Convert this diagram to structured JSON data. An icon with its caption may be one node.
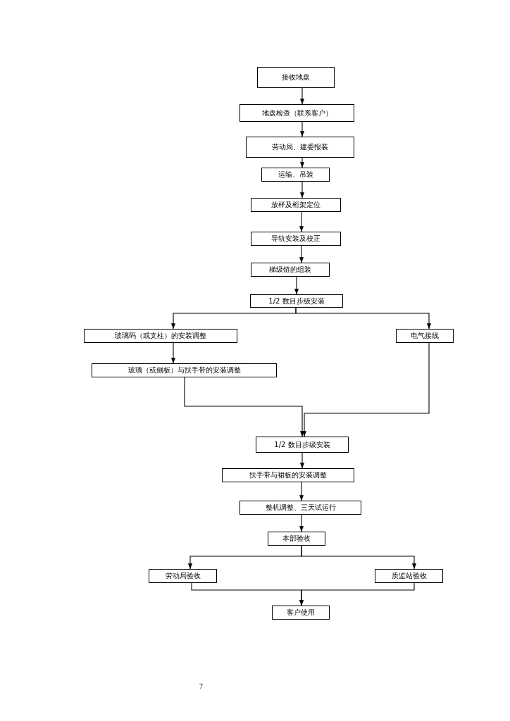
{
  "diagram": {
    "nodes": [
      {
        "text": [
          "接收地盘"
        ]
      },
      {
        "text": [
          "地盘检查（联系客户）"
        ]
      },
      {
        "text": [
          "劳动局、建委报装"
        ]
      },
      {
        "text": [
          "运输、吊装"
        ]
      },
      {
        "text": [
          "放样及桁架定位"
        ]
      },
      {
        "text": [
          "导轨安装及校正"
        ]
      },
      {
        "text": [
          "梯级链的组装"
        ]
      },
      {
        "text": [
          "1/2 数目步级安装"
        ]
      },
      {
        "text": [
          "玻璃码（或支柱）的安装调整"
        ]
      },
      {
        "text": [
          "电气接线"
        ]
      },
      {
        "text": [
          "玻璃（或侧板）与扶手带的安装调整"
        ]
      },
      {
        "text": [
          "1/2 数目步级安装"
        ]
      },
      {
        "text": [
          "扶手带与裙板的安装调整"
        ]
      },
      {
        "text": [
          "整机调整、三天试运行"
        ]
      },
      {
        "text": [
          "本部验收"
        ]
      },
      {
        "text": [
          "劳动局验收"
        ]
      },
      {
        "text": [
          "质监站验收"
        ]
      },
      {
        "text": [
          "客户使用"
        ]
      }
    ],
    "edges": [
      {
        "from": 0,
        "to": 1,
        "arrow": "to"
      },
      {
        "from": 1,
        "to": 2,
        "arrow": "to"
      },
      {
        "from": 2,
        "to": 3,
        "arrow": "to"
      },
      {
        "from": 3,
        "to": 4,
        "arrow": "to"
      },
      {
        "from": 4,
        "to": 5,
        "arrow": "to"
      },
      {
        "from": 5,
        "to": 6,
        "arrow": "to"
      },
      {
        "from": 6,
        "to": 7,
        "arrow": "to"
      },
      {
        "from": 7,
        "to": 8,
        "arrow": "to"
      },
      {
        "from": 7,
        "to": 9,
        "arrow": "to"
      },
      {
        "from": 8,
        "to": 10,
        "arrow": "to"
      },
      {
        "from": 10,
        "to": 11,
        "arrow": "to"
      },
      {
        "from": 9,
        "to": 11,
        "arrow": "to"
      },
      {
        "from": 11,
        "to": 12,
        "arrow": "to"
      },
      {
        "from": 12,
        "to": 13,
        "arrow": "to"
      },
      {
        "from": 13,
        "to": 14,
        "arrow": "to"
      },
      {
        "from": 14,
        "to": 15,
        "arrow": "to"
      },
      {
        "from": 14,
        "to": 16,
        "arrow": "to"
      },
      {
        "from": 15,
        "to": 17,
        "arrow": "to"
      },
      {
        "from": 16,
        "to": 17,
        "arrow": "to"
      }
    ],
    "labels": [
      "7"
    ]
  }
}
